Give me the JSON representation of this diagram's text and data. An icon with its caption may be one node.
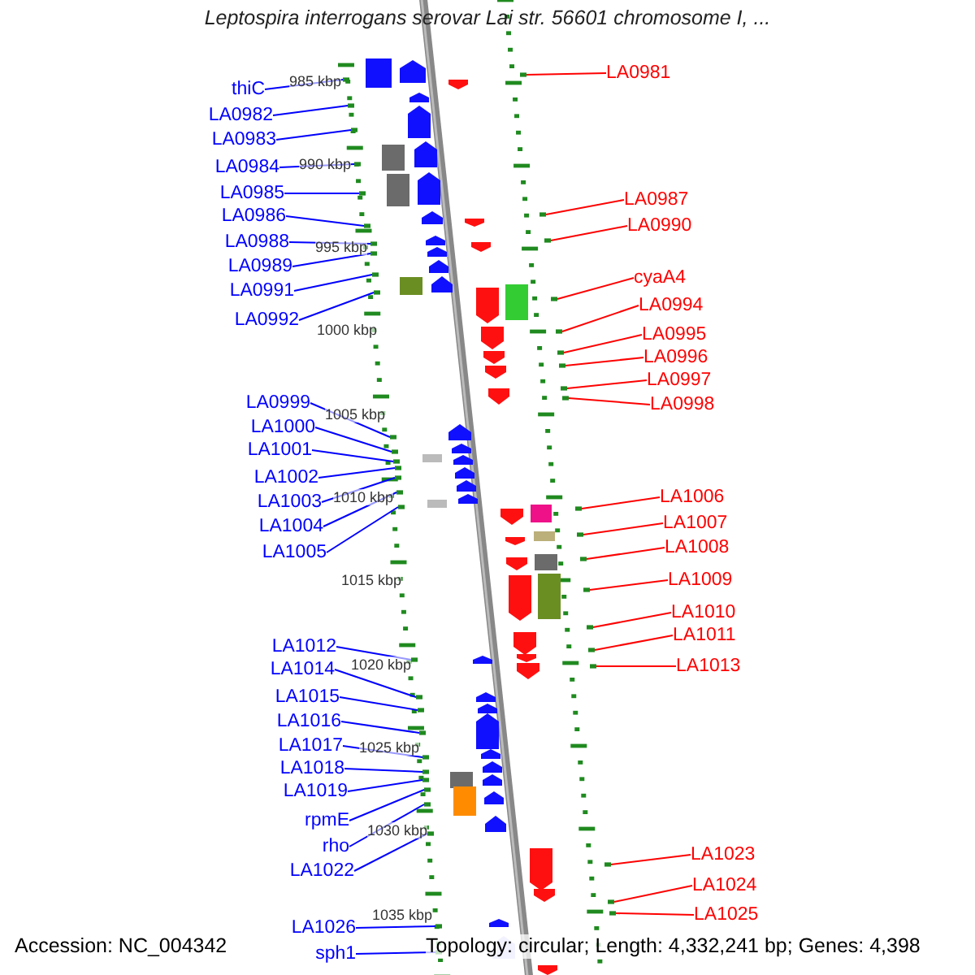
{
  "diagram": {
    "title": "Leptospira interrogans serovar Lai str. 56601 chromosome I, ...",
    "nodes": [
      {
        "text": [
          "thiC"
        ]
      },
      {
        "text": [
          "LA0982"
        ]
      },
      {
        "text": [
          "LA0983"
        ]
      },
      {
        "text": [
          "LA0984"
        ]
      },
      {
        "text": [
          "LA0985"
        ]
      },
      {
        "text": [
          "LA0986"
        ]
      },
      {
        "text": [
          "LA0988"
        ]
      },
      {
        "text": [
          "LA0989"
        ]
      },
      {
        "text": [
          "LA0991"
        ]
      },
      {
        "text": [
          "LA0992"
        ]
      },
      {
        "text": [
          "LA0999"
        ]
      },
      {
        "text": [
          "LA1000"
        ]
      },
      {
        "text": [
          "LA1001"
        ]
      },
      {
        "text": [
          "LA1002"
        ]
      },
      {
        "text": [
          "LA1003"
        ]
      },
      {
        "text": [
          "LA1004"
        ]
      },
      {
        "text": [
          "LA1005"
        ]
      },
      {
        "text": [
          "LA1012"
        ]
      },
      {
        "text": [
          "LA1014"
        ]
      },
      {
        "text": [
          "LA1015"
        ]
      },
      {
        "text": [
          "LA1016"
        ]
      },
      {
        "text": [
          "LA1017"
        ]
      },
      {
        "text": [
          "LA1018"
        ]
      },
      {
        "text": [
          "LA1019"
        ]
      },
      {
        "text": [
          "rpmE"
        ]
      },
      {
        "text": [
          "rho"
        ]
      },
      {
        "text": [
          "LA1022"
        ]
      },
      {
        "text": [
          "LA1026"
        ]
      },
      {
        "text": [
          "sph1"
        ]
      },
      {
        "text": [
          "LA0981"
        ]
      },
      {
        "text": [
          "LA0987"
        ]
      },
      {
        "text": [
          "LA0990"
        ]
      },
      {
        "text": [
          "cyaA4"
        ]
      },
      {
        "text": [
          "LA0994"
        ]
      },
      {
        "text": [
          "LA0995"
        ]
      },
      {
        "text": [
          "LA0996"
        ]
      },
      {
        "text": [
          "LA0997"
        ]
      },
      {
        "text": [
          "LA0998"
        ]
      },
      {
        "text": [
          "LA1006"
        ]
      },
      {
        "text": [
          "LA1007"
        ]
      },
      {
        "text": [
          "LA1008"
        ]
      },
      {
        "text": [
          "LA1009"
        ]
      },
      {
        "text": [
          "LA1010"
        ]
      },
      {
        "text": [
          "LA1011"
        ]
      },
      {
        "text": [
          "LA1013"
        ]
      },
      {
        "text": [
          "LA1023"
        ]
      },
      {
        "text": [
          "LA1024"
        ]
      },
      {
        "text": [
          "LA1025"
        ]
      },
      {
        "text": [],
        "shape": "bar"
      },
      {
        "text": [],
        "shape": "bar"
      },
      {
        "text": [],
        "shape": "bar"
      },
      {
        "text": [],
        "shape": "bar"
      },
      {
        "text": [],
        "shape": "bar"
      },
      {
        "text": [],
        "shape": "bar"
      },
      {
        "text": [],
        "shape": "bar"
      },
      {
        "text": [],
        "shape": "bar"
      },
      {
        "text": [],
        "shape": "bar"
      },
      {
        "text": [],
        "shape": "bar"
      },
      {
        "text": [],
        "shape": "bar"
      },
      {
        "text": [],
        "shape": "bar"
      },
      {
        "text": [],
        "shape": "bar"
      },
      {
        "text": [],
        "shape": "bar"
      },
      {
        "text": [],
        "shape": "bar"
      },
      {
        "text": [],
        "shape": "bar"
      },
      {
        "text": [],
        "shape": "bar"
      },
      {
        "text": [],
        "shape": "bar"
      },
      {
        "text": [],
        "shape": "bar"
      },
      {
        "text": [],
        "shape": "bar"
      },
      {
        "text": [],
        "shape": "bar"
      },
      {
        "text": [],
        "shape": "bar"
      },
      {
        "text": [],
        "shape": "bar"
      },
      {
        "text": [],
        "shape": "bar"
      },
      {
        "text": [],
        "shape": "bar"
      },
      {
        "text": [],
        "shape": "bar"
      },
      {
        "text": [],
        "shape": "bar"
      },
      {
        "text": [],
        "shape": "bar"
      },
      {
        "text": [],
        "shape": "bar"
      },
      {
        "text": [],
        "shape": "bar"
      },
      {
        "text": [],
        "shape": "bar"
      },
      {
        "text": [],
        "shape": "bar"
      },
      {
        "text": [],
        "shape": "bar"
      },
      {
        "text": [],
        "shape": "bar"
      },
      {
        "text": [],
        "shape": "bar"
      },
      {
        "text": [],
        "shape": "bar"
      },
      {
        "text": [],
        "shape": "bar"
      },
      {
        "text": [],
        "shape": "bar"
      },
      {
        "text": [],
        "shape": "bar"
      },
      {
        "text": [],
        "shape": "bar"
      },
      {
        "text": [],
        "shape": "bar"
      },
      {
        "text": [],
        "shape": "bar"
      },
      {
        "text": [],
        "shape": "bar"
      },
      {
        "text": [],
        "shape": "bar"
      },
      {
        "text": [],
        "shape": "bar"
      },
      {
        "text": [],
        "shape": "bar"
      },
      {
        "text": [],
        "shape": "bar"
      },
      {
        "text": [],
        "shape": "bar"
      }
    ],
    "edges": [
      {
        "from": 0,
        "to": 48,
        "arrow": "none"
      },
      {
        "from": 1,
        "to": 49,
        "arrow": "none"
      },
      {
        "from": 2,
        "to": 50,
        "arrow": "none"
      },
      {
        "from": 3,
        "to": 51,
        "arrow": "none"
      },
      {
        "from": 4,
        "to": 52,
        "arrow": "none"
      },
      {
        "from": 5,
        "to": 53,
        "arrow": "none"
      },
      {
        "from": 6,
        "to": 54,
        "arrow": "none"
      },
      {
        "from": 7,
        "to": 55,
        "arrow": "none"
      },
      {
        "from": 8,
        "to": 56,
        "arrow": "none"
      },
      {
        "from": 9,
        "to": 57,
        "arrow": "none"
      },
      {
        "from": 10,
        "to": 58,
        "arrow": "none"
      },
      {
        "from": 11,
        "to": 59,
        "arrow": "none"
      },
      {
        "from": 12,
        "to": 60,
        "arrow": "none"
      },
      {
        "from": 13,
        "to": 61,
        "arrow": "none"
      },
      {
        "from": 14,
        "to": 62,
        "arrow": "none"
      },
      {
        "from": 15,
        "to": 63,
        "arrow": "none"
      },
      {
        "from": 16,
        "to": 64,
        "arrow": "none"
      },
      {
        "from": 17,
        "to": 65,
        "arrow": "none"
      },
      {
        "from": 18,
        "to": 66,
        "arrow": "none"
      },
      {
        "from": 19,
        "to": 67,
        "arrow": "none"
      },
      {
        "from": 20,
        "to": 68,
        "arrow": "none"
      },
      {
        "from": 21,
        "to": 69,
        "arrow": "none"
      },
      {
        "from": 22,
        "to": 70,
        "arrow": "none"
      },
      {
        "from": 23,
        "to": 71,
        "arrow": "none"
      },
      {
        "from": 24,
        "to": 72,
        "arrow": "none"
      },
      {
        "from": 25,
        "to": 73,
        "arrow": "none"
      },
      {
        "from": 26,
        "to": 74,
        "arrow": "none"
      },
      {
        "from": 27,
        "to": 75,
        "arrow": "none"
      },
      {
        "from": 28,
        "to": 76,
        "arrow": "none"
      },
      {
        "from": 29,
        "to": 77,
        "arrow": "none",
        "color": "#ff0000"
      },
      {
        "from": 30,
        "to": 78,
        "arrow": "none",
        "color": "#ff0000"
      },
      {
        "from": 31,
        "to": 79,
        "arrow": "none",
        "color": "#ff0000"
      },
      {
        "from": 32,
        "to": 80,
        "arrow": "none",
        "color": "#ff0000"
      },
      {
        "from": 33,
        "to": 81,
        "arrow": "none",
        "color": "#ff0000"
      },
      {
        "from": 34,
        "to": 82,
        "arrow": "none",
        "color": "#ff0000"
      },
      {
        "from": 35,
        "to": 83,
        "arrow": "none",
        "color": "#ff0000"
      },
      {
        "from": 36,
        "to": 84,
        "arrow": "none",
        "color": "#ff0000"
      },
      {
        "from": 37,
        "to": 85,
        "arrow": "none",
        "color": "#ff0000"
      },
      {
        "from": 38,
        "to": 86,
        "arrow": "none",
        "color": "#ff0000"
      },
      {
        "from": 39,
        "to": 87,
        "arrow": "none",
        "color": "#ff0000"
      },
      {
        "from": 40,
        "to": 88,
        "arrow": "none",
        "color": "#ff0000"
      },
      {
        "from": 41,
        "to": 89,
        "arrow": "none",
        "color": "#ff0000"
      },
      {
        "from": 42,
        "to": 90,
        "arrow": "none",
        "color": "#ff0000"
      },
      {
        "from": 43,
        "to": 91,
        "arrow": "none",
        "color": "#ff0000"
      },
      {
        "from": 44,
        "to": 92,
        "arrow": "none",
        "color": "#ff0000"
      },
      {
        "from": 45,
        "to": 93,
        "arrow": "none",
        "color": "#ff0000"
      },
      {
        "from": 46,
        "to": 94,
        "arrow": "none",
        "color": "#ff0000"
      },
      {
        "from": 47,
        "to": 95,
        "arrow": "none",
        "color": "#ff0000"
      }
    ],
    "labels": [
      "985 kbp",
      "990 kbp",
      "995 kbp",
      "1000 kbp",
      "1005 kbp",
      "1010 kbp",
      "1015 kbp",
      "1020 kbp",
      "1025 kbp",
      "1030 kbp",
      "1035 kbp",
      "Accession: NC_004342",
      "Topology: circular; Length: 4,332,241 bp; Genes: 4,398"
    ]
  }
}
